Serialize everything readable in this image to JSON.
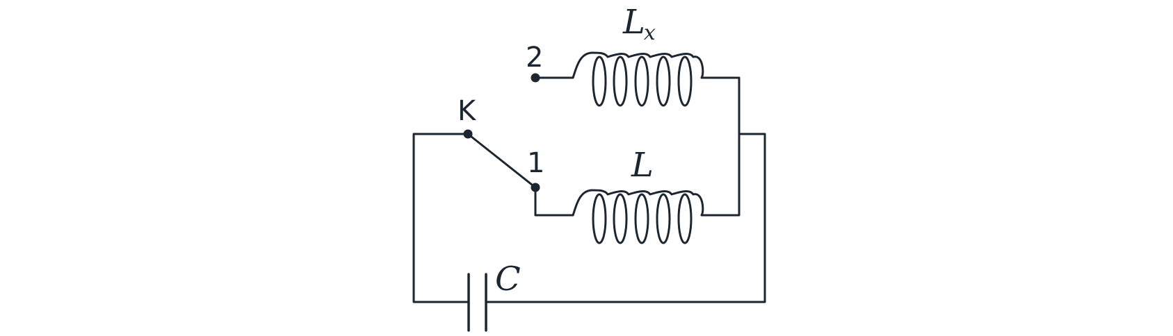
{
  "diagram": {
    "type": "circuit",
    "labels": {
      "switch": "K",
      "terminal_1": "1",
      "terminal_2": "2",
      "inductor_top_main": "L",
      "inductor_top_sub": "x",
      "inductor_bottom": "L",
      "capacitor": "C"
    },
    "components": [
      "switch",
      "inductor",
      "inductor",
      "capacitor"
    ],
    "stroke_color": "#1b2631"
  }
}
